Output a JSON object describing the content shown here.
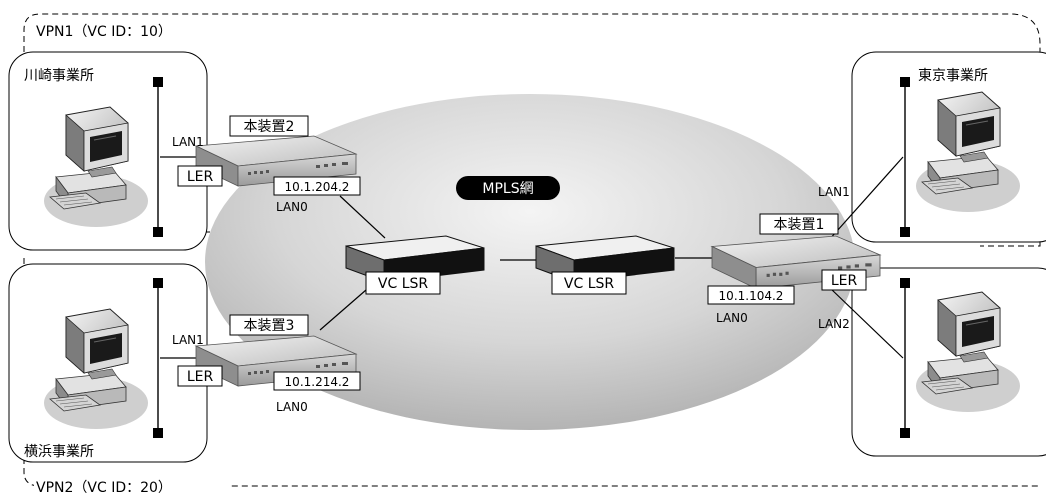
{
  "vpn1_label": "VPN1（VC ID：10）",
  "vpn2_label": "VPN2（VC ID：20）",
  "mpls_label": "MPLS網",
  "sites": {
    "kawasaki": "川崎事業所",
    "yokohama": "横浜事業所",
    "tokyo": "東京事業所"
  },
  "devices": {
    "device1": "本装置1",
    "device2": "本装置2",
    "device3": "本装置3"
  },
  "roles": {
    "ler": "LER",
    "vc_lsr": "VC LSR"
  },
  "ports": {
    "lan0": "LAN0",
    "lan1": "LAN1",
    "lan2": "LAN2"
  },
  "addresses": {
    "device1_lan0": "10.1.104.2",
    "device2_lan0": "10.1.204.2",
    "device3_lan0": "10.1.214.2"
  }
}
